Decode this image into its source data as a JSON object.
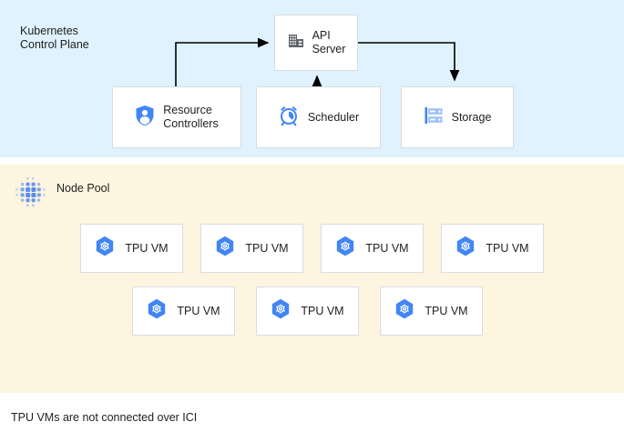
{
  "panels": {
    "control_plane": {
      "title": "Kubernetes\nControl Plane",
      "background_color": "#dff2fd"
    },
    "node_pool": {
      "title": "Node Pool",
      "icon": "node-pool-dot-grid-icon",
      "background_color": "#fdf5e0"
    }
  },
  "control_plane_components": [
    {
      "id": "api-server",
      "label": "API\nServer",
      "icon": "building-icon",
      "icon_color": "#5f6368"
    },
    {
      "id": "resource-controllers",
      "label": "Resource\nControllers",
      "icon": "shield-user-icon",
      "icon_color": "#4285f4"
    },
    {
      "id": "scheduler",
      "label": "Scheduler",
      "icon": "alarm-clock-icon",
      "icon_color": "#4285f4"
    },
    {
      "id": "storage",
      "label": "Storage",
      "icon": "server-rack-icon",
      "icon_color": "#4285f4"
    }
  ],
  "node_pool_vms": {
    "label": "TPU VM",
    "icon": "hexagon-gear-icon",
    "icon_color": "#4285f4",
    "row1_count": 4,
    "row2_count": 3
  },
  "connections": [
    {
      "from": "resource-controllers",
      "to": "api-server",
      "style": "elbow-arrow"
    },
    {
      "from": "scheduler",
      "to": "api-server",
      "style": "straight-arrow"
    },
    {
      "from": "api-server",
      "to": "storage",
      "style": "elbow-arrow"
    }
  ],
  "footer": {
    "note": "TPU VMs are not connected over ICI"
  },
  "colors": {
    "accent_blue": "#4285f4",
    "text": "#202124",
    "box_border": "#dadce0",
    "connector": "#000000"
  }
}
